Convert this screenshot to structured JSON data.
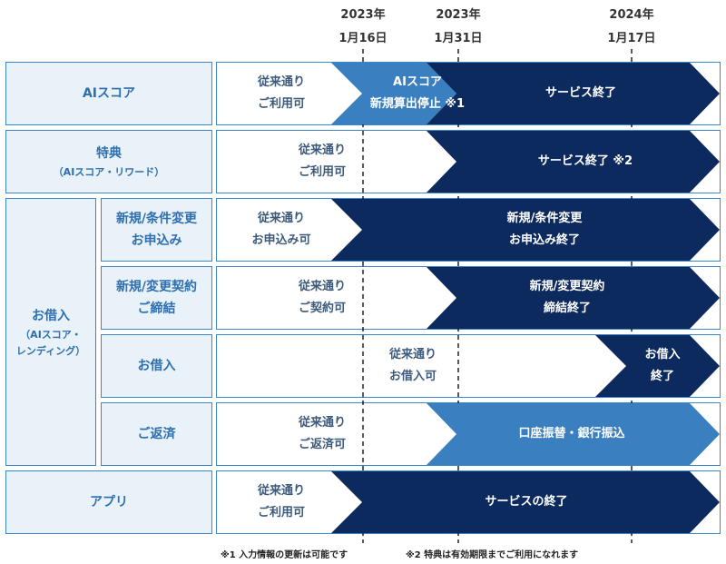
{
  "dates": [
    {
      "year": "2023年",
      "day": "1月16日"
    },
    {
      "year": "2023年",
      "day": "1月31日"
    },
    {
      "year": "2024年",
      "day": "1月17日"
    }
  ],
  "rows": {
    "ai_score": {
      "label": "AIスコア",
      "current_1": "従来通り",
      "current_2": "ご利用可",
      "mid_1": "AIスコア",
      "mid_2": "新規算出停止 ※1",
      "end": "サービス終了"
    },
    "benefit": {
      "label": "特典",
      "sub": "（AIスコア・リワード）",
      "current_1": "従来通り",
      "current_2": "ご利用可",
      "end": "サービス終了 ※2"
    },
    "loan": {
      "label": "お借入",
      "sub_1": "（AIスコア・",
      "sub_2": "レンディング）",
      "new_app": {
        "label_1": "新規/条件変更",
        "label_2": "お申込み",
        "current_1": "従来通り",
        "current_2": "お申込み可",
        "end_1": "新規/条件変更",
        "end_2": "お申込み終了"
      },
      "contract": {
        "label_1": "新規/変更契約",
        "label_2": "ご締結",
        "current_1": "従来通り",
        "current_2": "ご契約可",
        "end_1": "新規/変更契約",
        "end_2": "締結終了"
      },
      "borrow": {
        "label": "お借入",
        "current_1": "従来通り",
        "current_2": "お借入可",
        "end_1": "お借入",
        "end_2": "終了"
      },
      "repay": {
        "label": "ご返済",
        "current_1": "従来通り",
        "current_2": "ご返済可",
        "end": "口座振替・銀行振込"
      }
    },
    "app": {
      "label": "アプリ",
      "current_1": "従来通り",
      "current_2": "ご利用可",
      "end": "サービスの終了"
    }
  },
  "notes": {
    "note1": "※1 入力情報の更新は可能です",
    "note2": "※2 特典は有効期限までご利用になれます"
  },
  "colors": {
    "navy": "#0d2a5e",
    "mid_blue": "#3a7fc0",
    "label_bg": "#e9f1f9",
    "label_text": "#2d6faf",
    "border": "#3a86c6"
  }
}
